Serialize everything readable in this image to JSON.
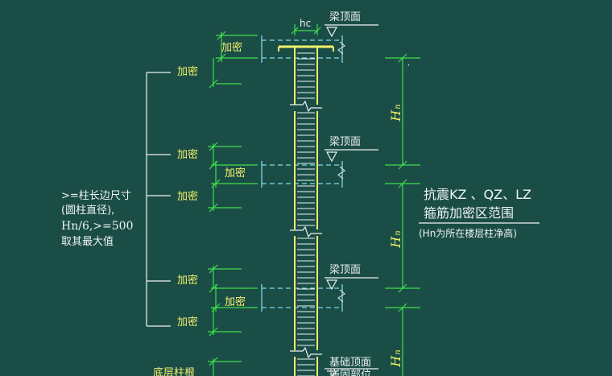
{
  "diagram": {
    "labels": {
      "hc": "hc",
      "beam_top": "梁顶面",
      "dense": "加密",
      "hn": "H",
      "hn_sub": "n",
      "foundation_top": "基础顶面",
      "foundation_top_sub": "嵌固部位",
      "bottom_root": "底层柱根"
    },
    "left_note": {
      "line1": ">=柱长边尺寸",
      "line2": "(圆柱直径),",
      "line3": "Hn/6,>=500",
      "line4": "取其最大值"
    },
    "title": {
      "line1": "抗震KZ 、QZ、LZ",
      "line2": "箍筋加密区范围",
      "line3": "(Hn为所在楼层柱净高)"
    },
    "colors": {
      "background": "#1b4d47",
      "column": "#f2f26a",
      "dimension": "#3ee04a",
      "beam": "#7fd9e6",
      "white_text": "#eef3f2"
    }
  }
}
